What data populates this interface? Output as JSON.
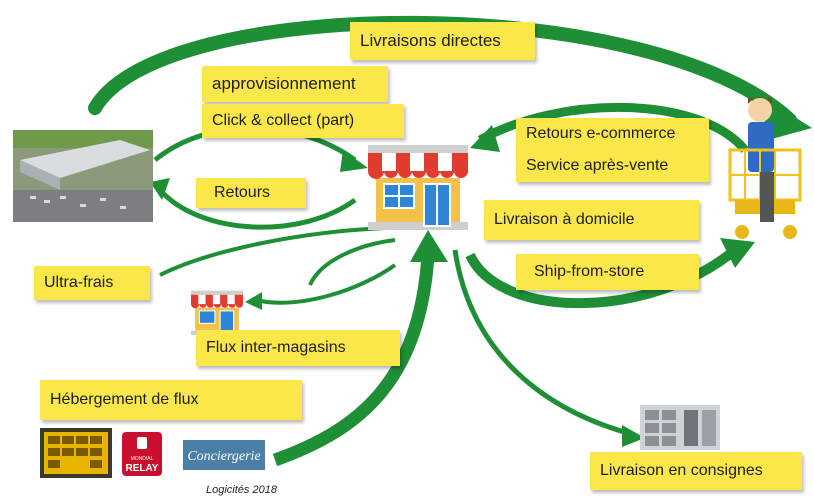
{
  "labels": {
    "livraisons_directes": "Livraisons directes",
    "approvisionnement": "approvisionnement",
    "click_collect": "Click & collect (part)",
    "retours": "Retours",
    "retours_ecommerce": "Retours e-commerce",
    "service_apres_vente": "Service après-vente",
    "livraison_domicile": "Livraison à domicile",
    "ship_from_store": "Ship-from-store",
    "ultra_frais": "Ultra-frais",
    "flux_inter_magasins": "Flux inter-magasins",
    "hebergement_flux": "Hébergement de flux",
    "livraison_consignes": "Livraison en consignes"
  },
  "logos": {
    "mondial_relay_top": "MONDIAL",
    "mondial_relay_bottom": "RELAY",
    "conciergerie": "Conciergerie"
  },
  "footer": "Logicités 2018",
  "colors": {
    "arrow_green": "#1f9a3a",
    "note_yellow": "#fbe74a",
    "relay_red": "#c8102e",
    "conciergerie_blue": "#4a7fa8"
  }
}
